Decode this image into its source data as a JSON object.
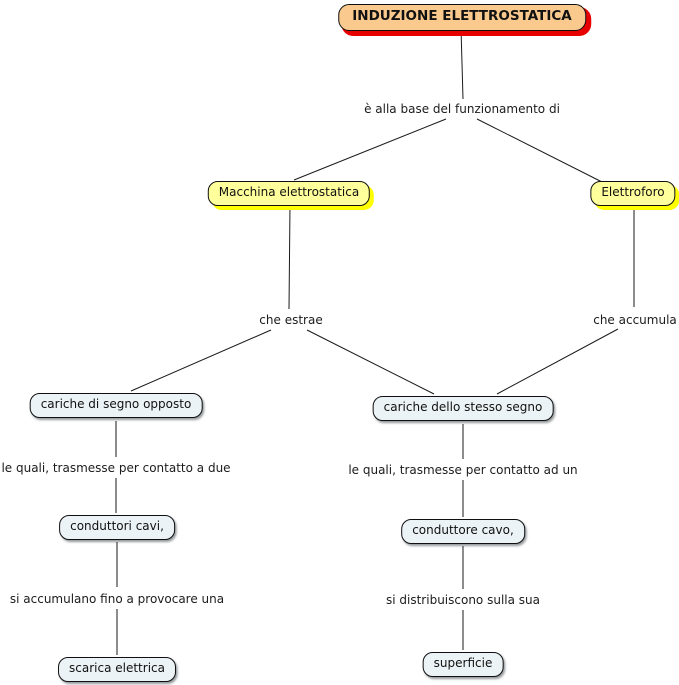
{
  "concept_map": {
    "root": {
      "label": "INDUZIONE ELETTROSTATICA"
    },
    "concepts": {
      "macchina": "Macchina elettrostatica",
      "elettroforo": "Elettroforo",
      "cariche_opposto": "cariche di segno opposto",
      "cariche_stesso": "cariche dello stesso segno",
      "conduttori_cavi": "conduttori cavi,",
      "conduttore_cavo": "conduttore cavo,",
      "scarica_elettrica": "scarica elettrica",
      "superficie": "superficie"
    },
    "edge_labels": {
      "base": "è alla base del funzionamento di",
      "che_estrae": "che estrae",
      "che_accumula": "che accumula",
      "trasmesse_a_due": "le quali, trasmesse per contatto a due",
      "trasmesse_ad_un": "le quali, trasmesse per contatto ad un",
      "si_accumulano": "si accumulano fino a provocare una",
      "si_distribuiscono": "si distribuiscono sulla sua"
    },
    "colors": {
      "root_fill": "#F9C98E",
      "root_shadow": "#E60000",
      "level1_fill": "#FFFF9C",
      "level1_shadow": "#FFFF00",
      "concept_fill": "#ECF3F6",
      "line": "#1A1A1A",
      "background": "#FFFFFF"
    }
  }
}
